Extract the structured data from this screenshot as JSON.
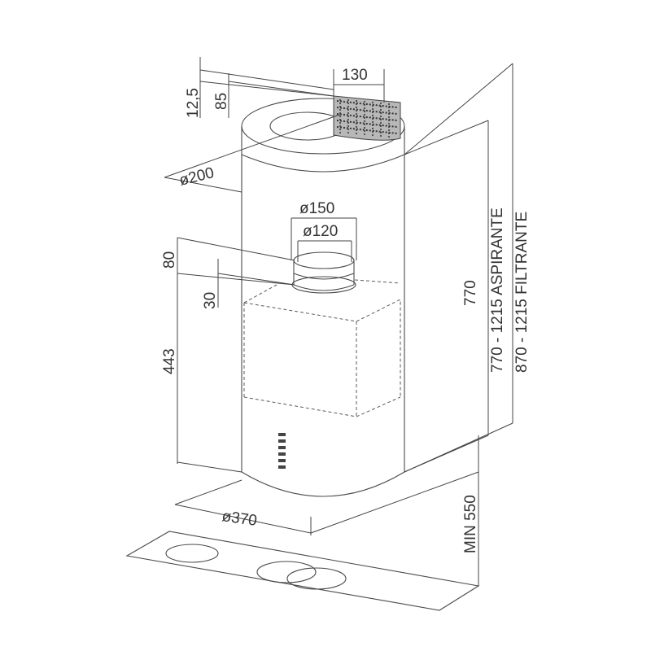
{
  "dimensions": {
    "top_offset": "12,5",
    "top_height": "85",
    "grid_width": "130",
    "top_diameter": "ø200",
    "outlet_outer": "ø150",
    "outlet_inner": "ø120",
    "collar_height": "80",
    "collar_low": "30",
    "body_height": "443",
    "total_height": "770",
    "range_aspirante": "770 - 1215 ASPIRANTE",
    "range_filtrante": "870 - 1215 FILTRANTE",
    "bottom_diameter": "ø370",
    "min_distance": "MIN 550"
  }
}
